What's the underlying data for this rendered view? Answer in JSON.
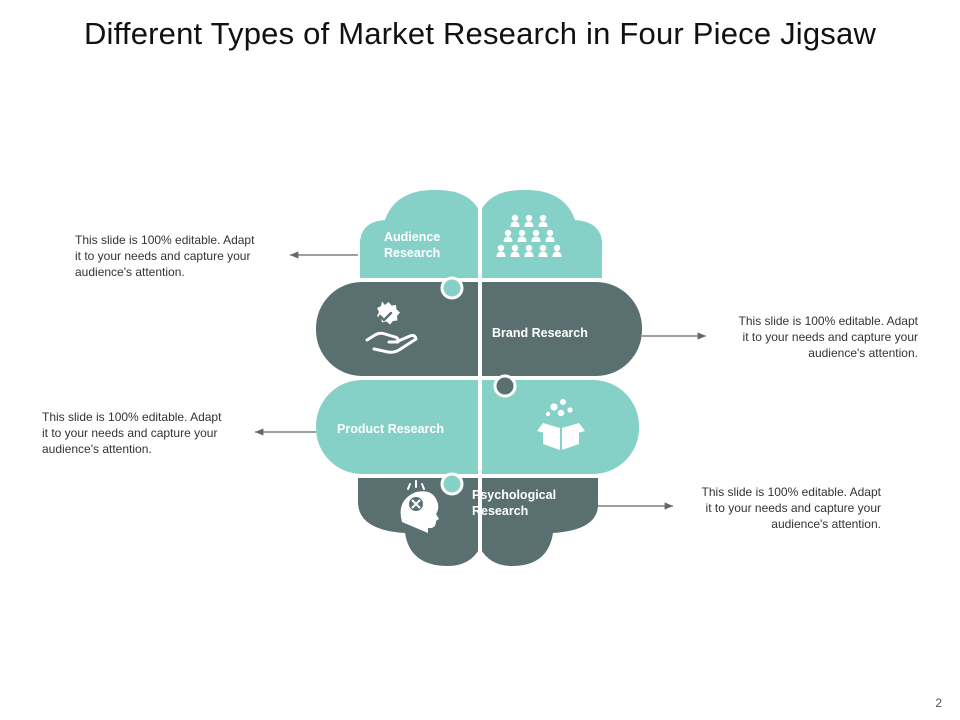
{
  "title": "Different Types of Market Research in Four Piece Jigsaw",
  "page_number": "2",
  "colors": {
    "teal": "#85d1c8",
    "slate": "#5a7070",
    "white": "#ffffff",
    "arrow": "#666666"
  },
  "segments": [
    {
      "id": "audience",
      "label_lines": [
        "Audience",
        "Research"
      ],
      "icon": "audience-group-icon",
      "color": "teal",
      "description": [
        "This slide is 100% editable. Adapt",
        "it to your needs and capture your",
        "audience's attention."
      ]
    },
    {
      "id": "brand",
      "label_lines": [
        "Brand Research"
      ],
      "icon": "hand-badge-icon",
      "color": "slate",
      "description": [
        "This slide is 100% editable. Adapt",
        "it to your needs and capture your",
        "audience's attention."
      ]
    },
    {
      "id": "product",
      "label_lines": [
        "Product Research"
      ],
      "icon": "open-box-icon",
      "color": "teal",
      "description": [
        "This slide is 100% editable. Adapt",
        "it to your needs and capture your",
        "audience's attention."
      ]
    },
    {
      "id": "psychological",
      "label_lines": [
        "Psychological",
        "Research"
      ],
      "icon": "head-target-icon",
      "color": "slate",
      "description": [
        "This slide is 100% editable. Adapt",
        "it to your needs and capture your",
        "audience's attention."
      ]
    }
  ]
}
